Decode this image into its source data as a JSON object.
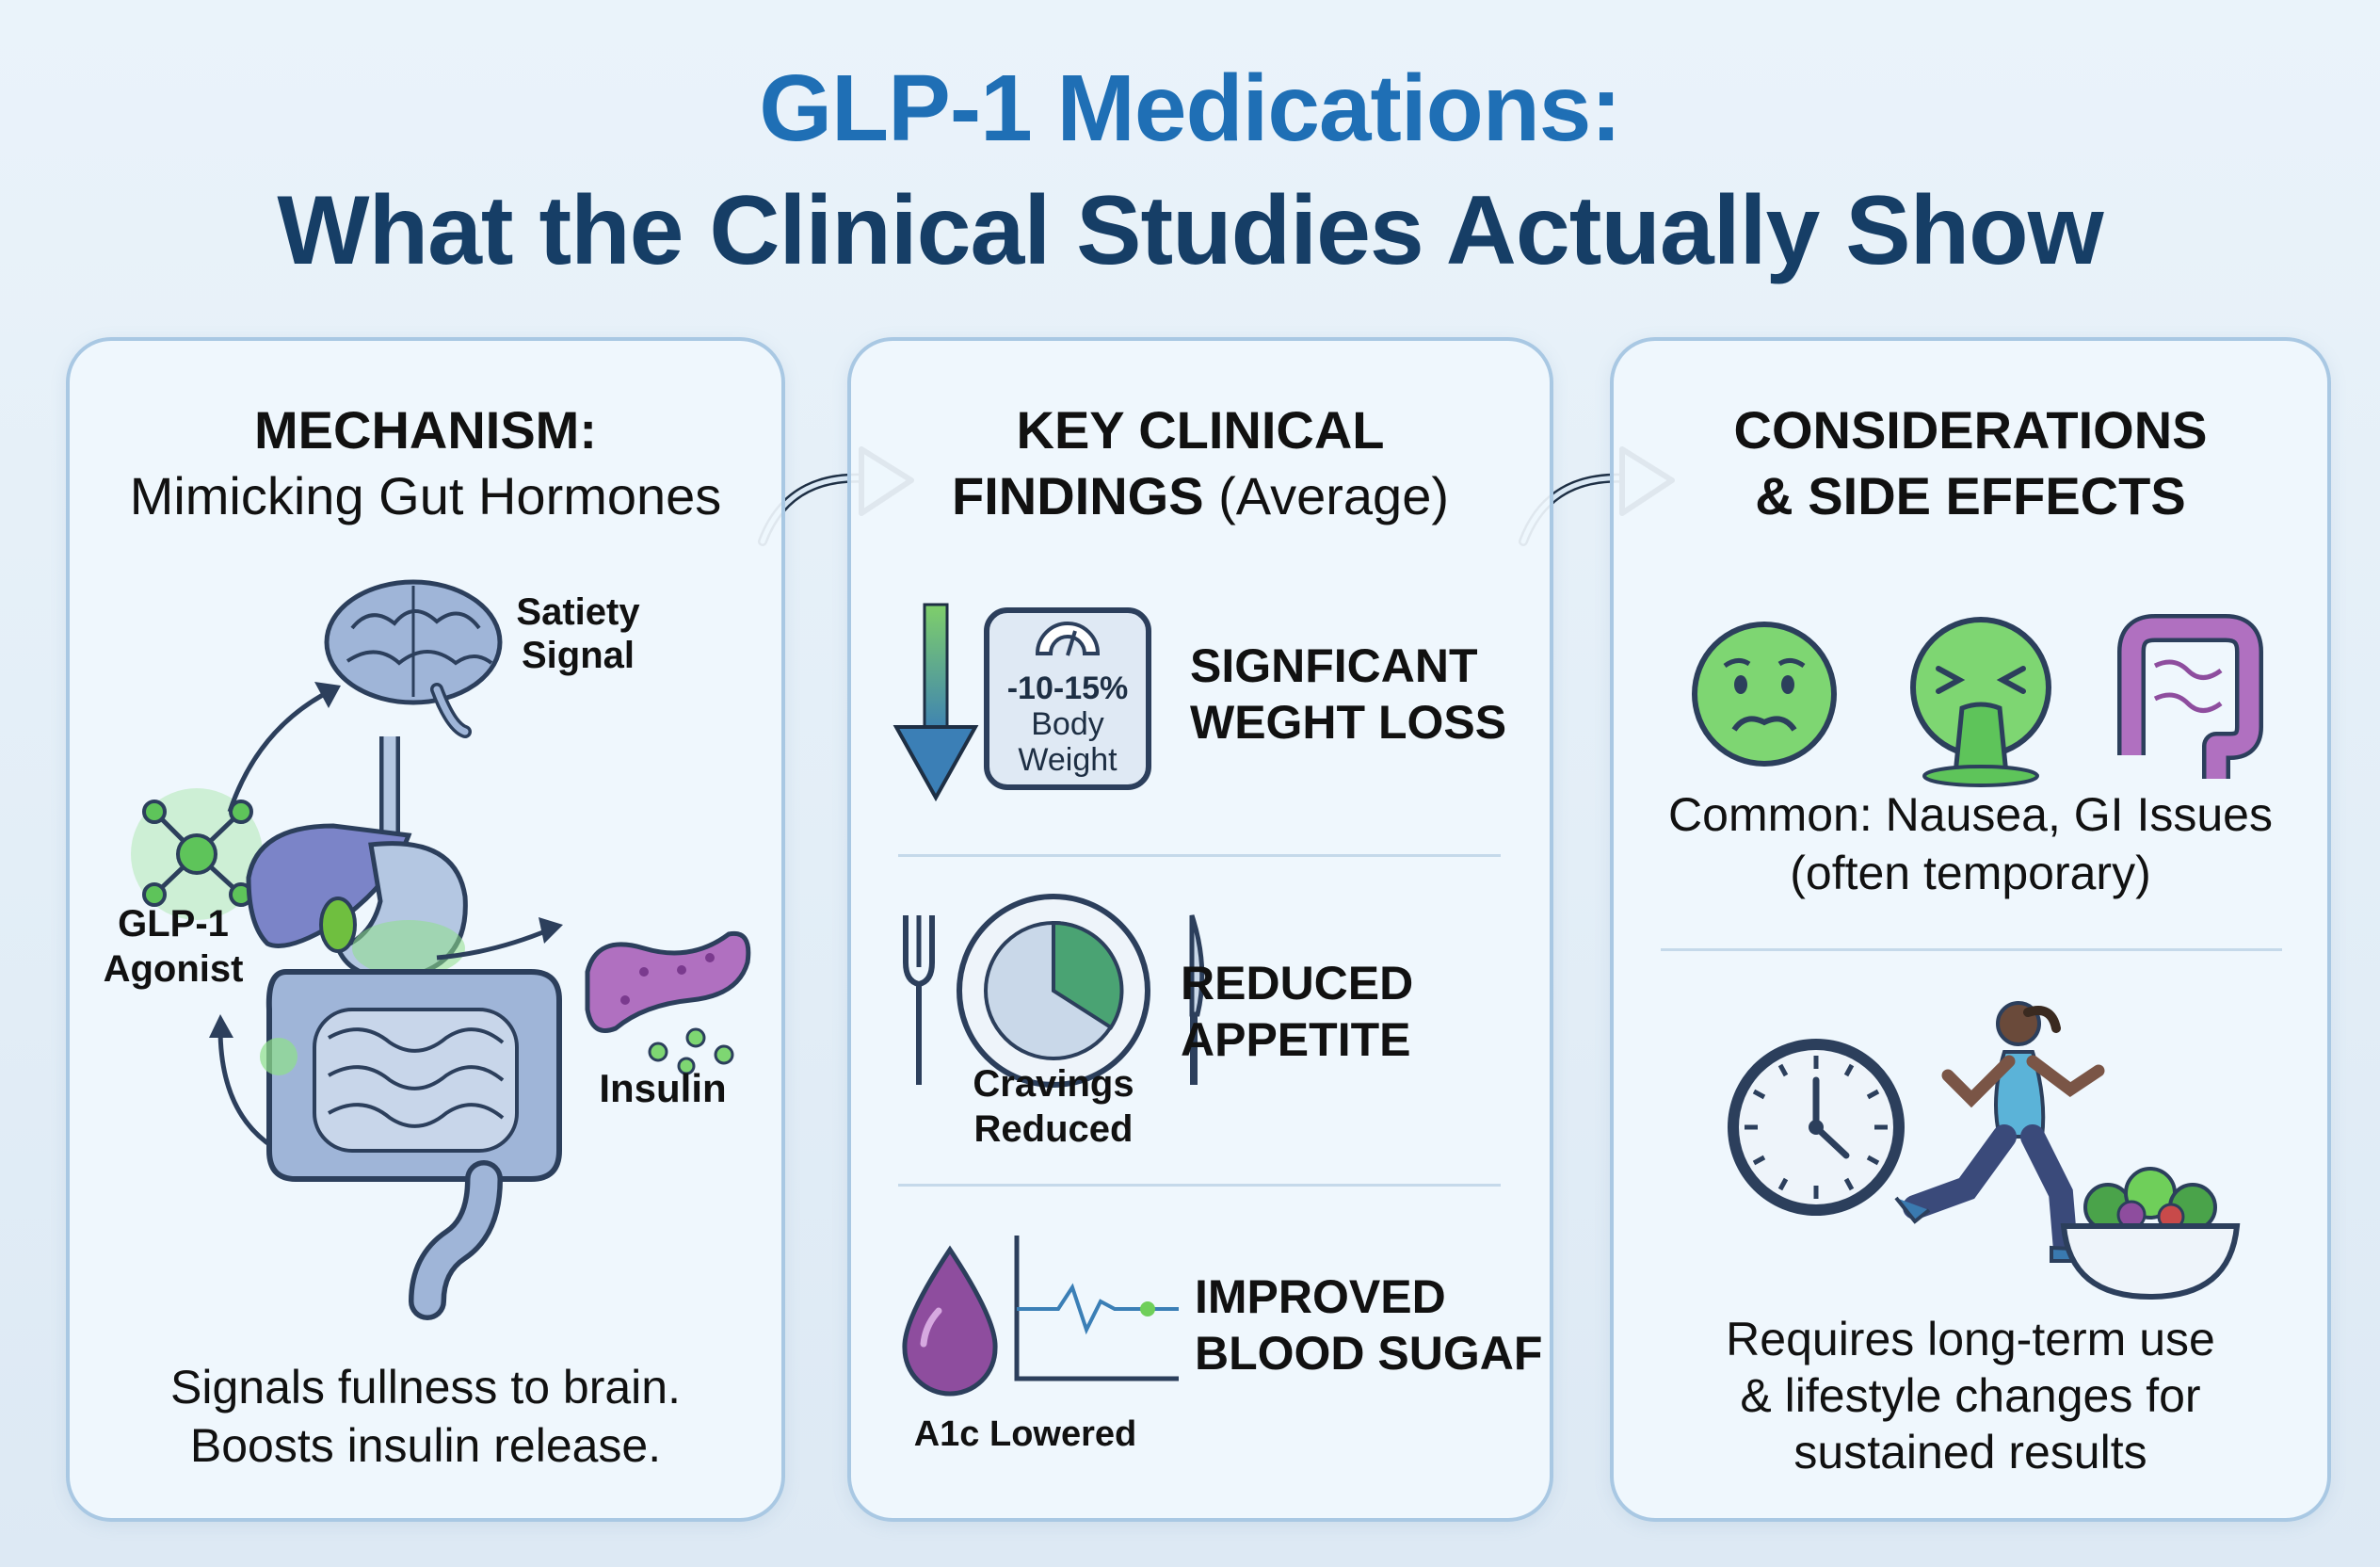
{
  "title": {
    "line1": "GLP-1 Medications:",
    "line2": "What the Clinical Studies Actually Show"
  },
  "panel1": {
    "heading": "MECHANISM:",
    "subheading": "Mimicking Gut Hormones",
    "satiety_label": [
      "Satiety",
      "Signal"
    ],
    "agonist_label": [
      "GLP-1",
      "Agonist"
    ],
    "insulin_label": "Insulin",
    "footer": [
      "Signals fullness to brain.",
      "Boosts insulin release."
    ]
  },
  "panel2": {
    "heading_line1": "KEY CLINICAL",
    "heading_bold": "FINDINGS",
    "heading_normal": "(Average)",
    "finding1": {
      "scale_text": [
        "-10-15%",
        "Body",
        "Weight"
      ],
      "title": [
        "SIGNFICANT",
        "WEGHT LOSS"
      ]
    },
    "finding2": {
      "caption": [
        "Cravings",
        "Reduced"
      ],
      "title": [
        "REDUCED",
        "APPETITE"
      ]
    },
    "finding3": {
      "caption": "A1c Lowered",
      "title": [
        "IMPROVED",
        "BLOOD SUGAF"
      ]
    }
  },
  "panel3": {
    "heading": [
      "CONSIDERATIONS",
      "& SIDE EFFECTS"
    ],
    "common": [
      "Common: Nausea, GI Issues",
      "(often temporary)"
    ],
    "footer": [
      "Requires long-term use",
      "& lifestyle changes for",
      "sustained results"
    ]
  },
  "colors": {
    "title_blue": "#1f6fb5",
    "title_navy": "#163e66",
    "panel_border": "#a9c8e3",
    "accent_green": "#6fcf5a",
    "organ_blue": "#8aa6cf",
    "purple": "#8e4d9e",
    "arrow_blue": "#3c7bb0"
  }
}
